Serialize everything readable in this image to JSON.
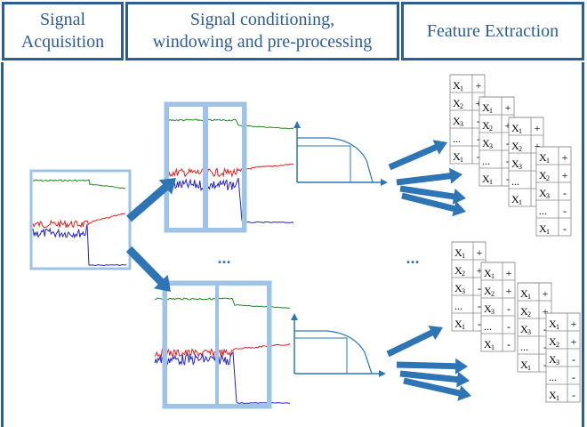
{
  "header": {
    "stage1": "Signal\nAcquisition",
    "stage2": "Signal conditioning,\nwindowing and pre-processing",
    "stage3": "Feature Extraction"
  },
  "ellipsis": "...",
  "colors": {
    "frame": "#2e5d91",
    "window": "#9dc3e6",
    "arrow": "#2e75b6",
    "signal_green": "#1a8a1a",
    "signal_red": "#e02020",
    "signal_blue": "#2222cc"
  },
  "feature_table": {
    "rows": [
      {
        "label": "X",
        "sub": "1",
        "sign": "+"
      },
      {
        "label": "X",
        "sub": "2",
        "sign": "+"
      },
      {
        "label": "X",
        "sub": "3",
        "sign": "-"
      },
      {
        "label": "...",
        "sub": "",
        "sign": "-"
      },
      {
        "label": "X",
        "sub": "1",
        "sign": "-"
      }
    ]
  }
}
